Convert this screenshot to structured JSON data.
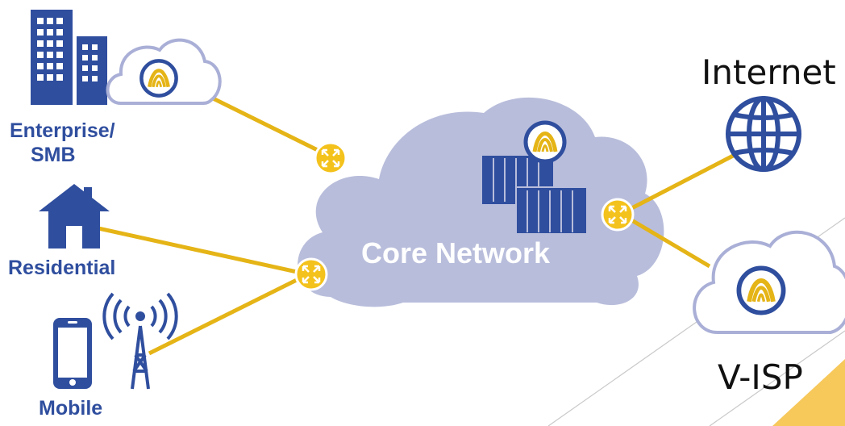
{
  "labels": {
    "enterprise_line1": "Enterprise/",
    "enterprise_line2": "SMB",
    "residential": "Residential",
    "mobile": "Mobile",
    "core_network": "Core Network",
    "internet": "Internet",
    "visp": "V-ISP"
  },
  "colors": {
    "link": "#e5b416",
    "device_blue": "#2f4e9e",
    "core_cloud": "#b8bddb",
    "small_cloud_stroke": "#a9afd6",
    "router_fill": "#f4c21c",
    "accent_triangle": "#f7c85a"
  },
  "icons": [
    "building-icon",
    "house-icon",
    "phone-icon",
    "cell-tower-icon",
    "router-icon",
    "server-rack-icon",
    "globe-icon",
    "cloud-icon",
    "logo-badge-icon"
  ]
}
